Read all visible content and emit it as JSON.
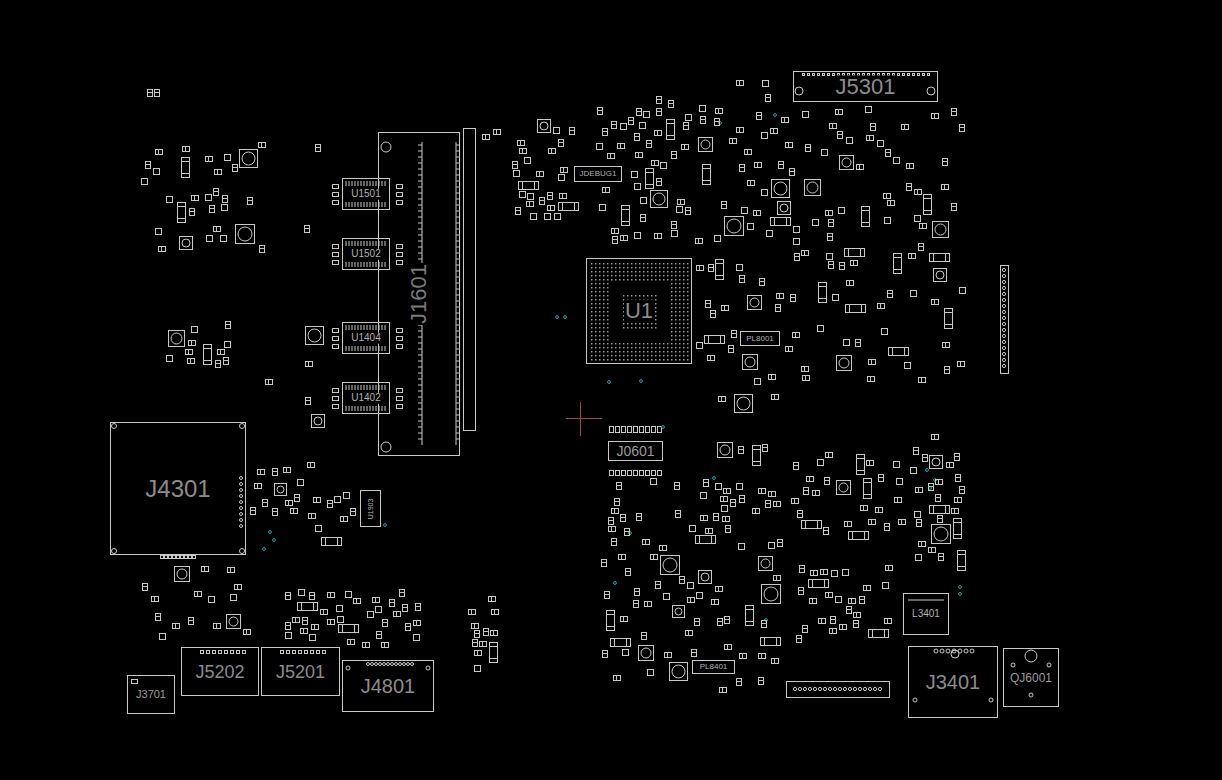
{
  "diagram": {
    "nodes": [
      {
        "text": [
          "J5301"
        ]
      },
      {
        "text": [
          "JDEBUG1"
        ]
      },
      {
        "text": [
          "J1601"
        ]
      },
      {
        "text": [
          "U1501"
        ]
      },
      {
        "text": [
          "U1502"
        ]
      },
      {
        "text": [
          "U1404"
        ]
      },
      {
        "text": [
          "U1402"
        ]
      },
      {
        "text": [
          "U1"
        ]
      },
      {
        "text": [
          "J0601"
        ]
      },
      {
        "text": [
          "J4301"
        ]
      },
      {
        "text": [
          "U1903"
        ]
      },
      {
        "text": [
          "L3401"
        ]
      },
      {
        "text": [
          "J3401"
        ]
      },
      {
        "text": [
          "QJ6001"
        ]
      },
      {
        "text": [
          "J5202"
        ]
      },
      {
        "text": [
          "J5201"
        ]
      },
      {
        "text": [
          "J4801"
        ]
      },
      {
        "text": [
          "J3701"
        ]
      },
      {
        "text": [
          "PL8001"
        ]
      },
      {
        "text": [
          "PL8401"
        ]
      }
    ]
  }
}
